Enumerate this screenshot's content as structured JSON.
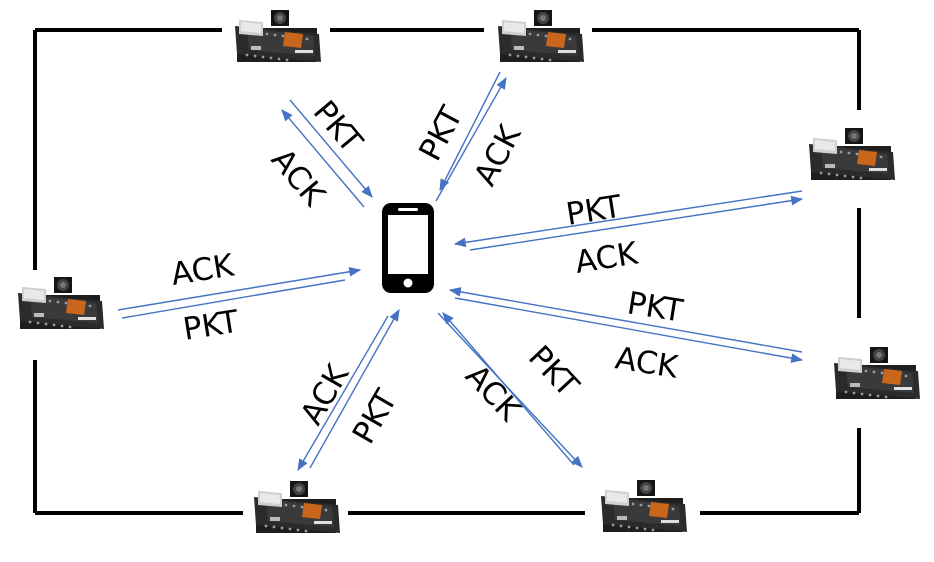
{
  "diagram": {
    "center_device": {
      "icon": "smartphone-icon",
      "color": "#000000"
    },
    "board_icon": "esp32-cam-board-icon",
    "arrow_color": "#4472c4",
    "frame_color": "#000000",
    "links": [
      {
        "board": "top-left",
        "label_a": "PKT",
        "label_b": "ACK"
      },
      {
        "board": "top-middle",
        "label_a": "PKT",
        "label_b": "ACK"
      },
      {
        "board": "right-upper",
        "label_a": "PKT",
        "label_b": "ACK"
      },
      {
        "board": "right-lower",
        "label_a": "PKT",
        "label_b": "ACK"
      },
      {
        "board": "bottom-right",
        "label_a": "PKT",
        "label_b": "ACK"
      },
      {
        "board": "bottom-left",
        "label_a": "ACK",
        "label_b": "PKT"
      },
      {
        "board": "left",
        "label_a": "ACK",
        "label_b": "PKT"
      }
    ]
  }
}
